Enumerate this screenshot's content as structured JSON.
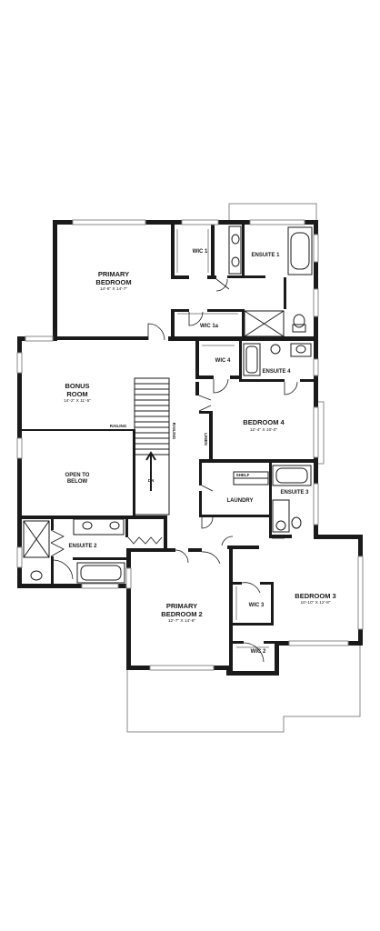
{
  "rooms": {
    "primary_bedroom": {
      "name_line1": "PRIMARY",
      "name_line2": "BEDROOM",
      "dim": "14'-6\" X 14'-7\""
    },
    "wic1": "WIC 1",
    "wic1a": "WIC 1a",
    "ensuite1": "ENSUITE 1",
    "wic4": "WIC 4",
    "ensuite4": "ENSUITE 4",
    "bonus_room": {
      "name_line1": "BONUS",
      "name_line2": "ROOM",
      "dim": "14'-2\" X 11'-5\""
    },
    "bedroom4": {
      "name": "BEDROOM 4",
      "dim": "12'-4\" X 10'-0\""
    },
    "railing_h": "RAILING",
    "railing_v": "RAILING",
    "linen": "LINEN",
    "open_to_below": {
      "line1": "OPEN TO",
      "line2": "BELOW"
    },
    "dn": "DN",
    "laundry": "LAUNDRY",
    "shelf": "SHELF",
    "ensuite3": "ENSUITE 3",
    "ensuite2": "ENSUITE 2",
    "bedroom3": {
      "name": "BEDROOM 3",
      "dim": "10'-10\" X 12'-8\""
    },
    "wic3": "WIC 3",
    "primary_bedroom2": {
      "name_line1": "PRIMARY",
      "name_line2": "BEDROOM 2",
      "dim": "12'-7\" X 14'-6\""
    },
    "wic2": "WIC 2"
  }
}
